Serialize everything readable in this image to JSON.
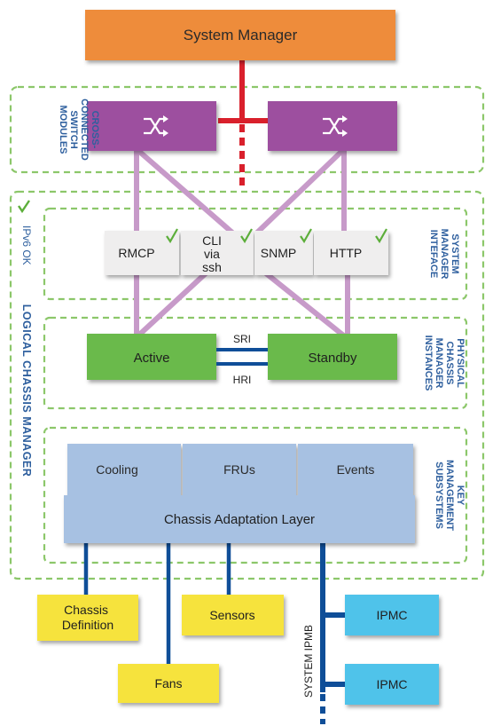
{
  "title": "System Manager",
  "switch_modules": {
    "label": [
      "CROSS-",
      "CONNECTED",
      "SWITCH",
      "MODULES"
    ],
    "switch_symbol": "crossed-arrows-icon"
  },
  "ipv6": "IPv6 OK",
  "logical_label": "LOGICAL CHASSIS MANAGER",
  "interface_group": {
    "label": [
      "SYSTEM",
      "MANAGER",
      "INTEFACE"
    ],
    "items": [
      {
        "lines": [
          "RMCP"
        ],
        "check": true
      },
      {
        "lines": [
          "CLI",
          "via",
          "ssh"
        ],
        "check": true
      },
      {
        "lines": [
          "SNMP"
        ],
        "check": true
      },
      {
        "lines": [
          "HTTP"
        ],
        "check": true
      }
    ]
  },
  "physical_group": {
    "label": [
      "PHYSICAL",
      "CHASSIS",
      "MANAGER",
      "INSTANCES"
    ],
    "active": "Active",
    "standby": "Standby",
    "sri": "SRI",
    "hri": "HRI"
  },
  "key_group": {
    "label": [
      "KEY",
      "MANAGEMENT",
      "SUBSYSTEMS"
    ],
    "top": [
      "Cooling",
      "FRUs",
      "Events"
    ],
    "adaptation": "Chassis Adaptation Layer"
  },
  "bottom": {
    "chassis_def": [
      "Chassis",
      "Definition"
    ],
    "sensors": "Sensors",
    "fans": "Fans",
    "ipmc": [
      "IPMC",
      "IPMC"
    ],
    "bus_label": "SYSTEM IPMB"
  },
  "colors": {
    "orange": "#ee8c3a",
    "purple": "#9d509f",
    "purple_line": "#c79ac9",
    "green_box": "#6aba4c",
    "green_dash": "#8cc76a",
    "blue_text": "#2e5f9e",
    "blue_line": "#0f4e98",
    "light_blue": "#a7c1e2",
    "yellow": "#f6e33d",
    "cyan": "#4fc3ea",
    "red": "#d9202c",
    "check": "#5cae3a"
  }
}
